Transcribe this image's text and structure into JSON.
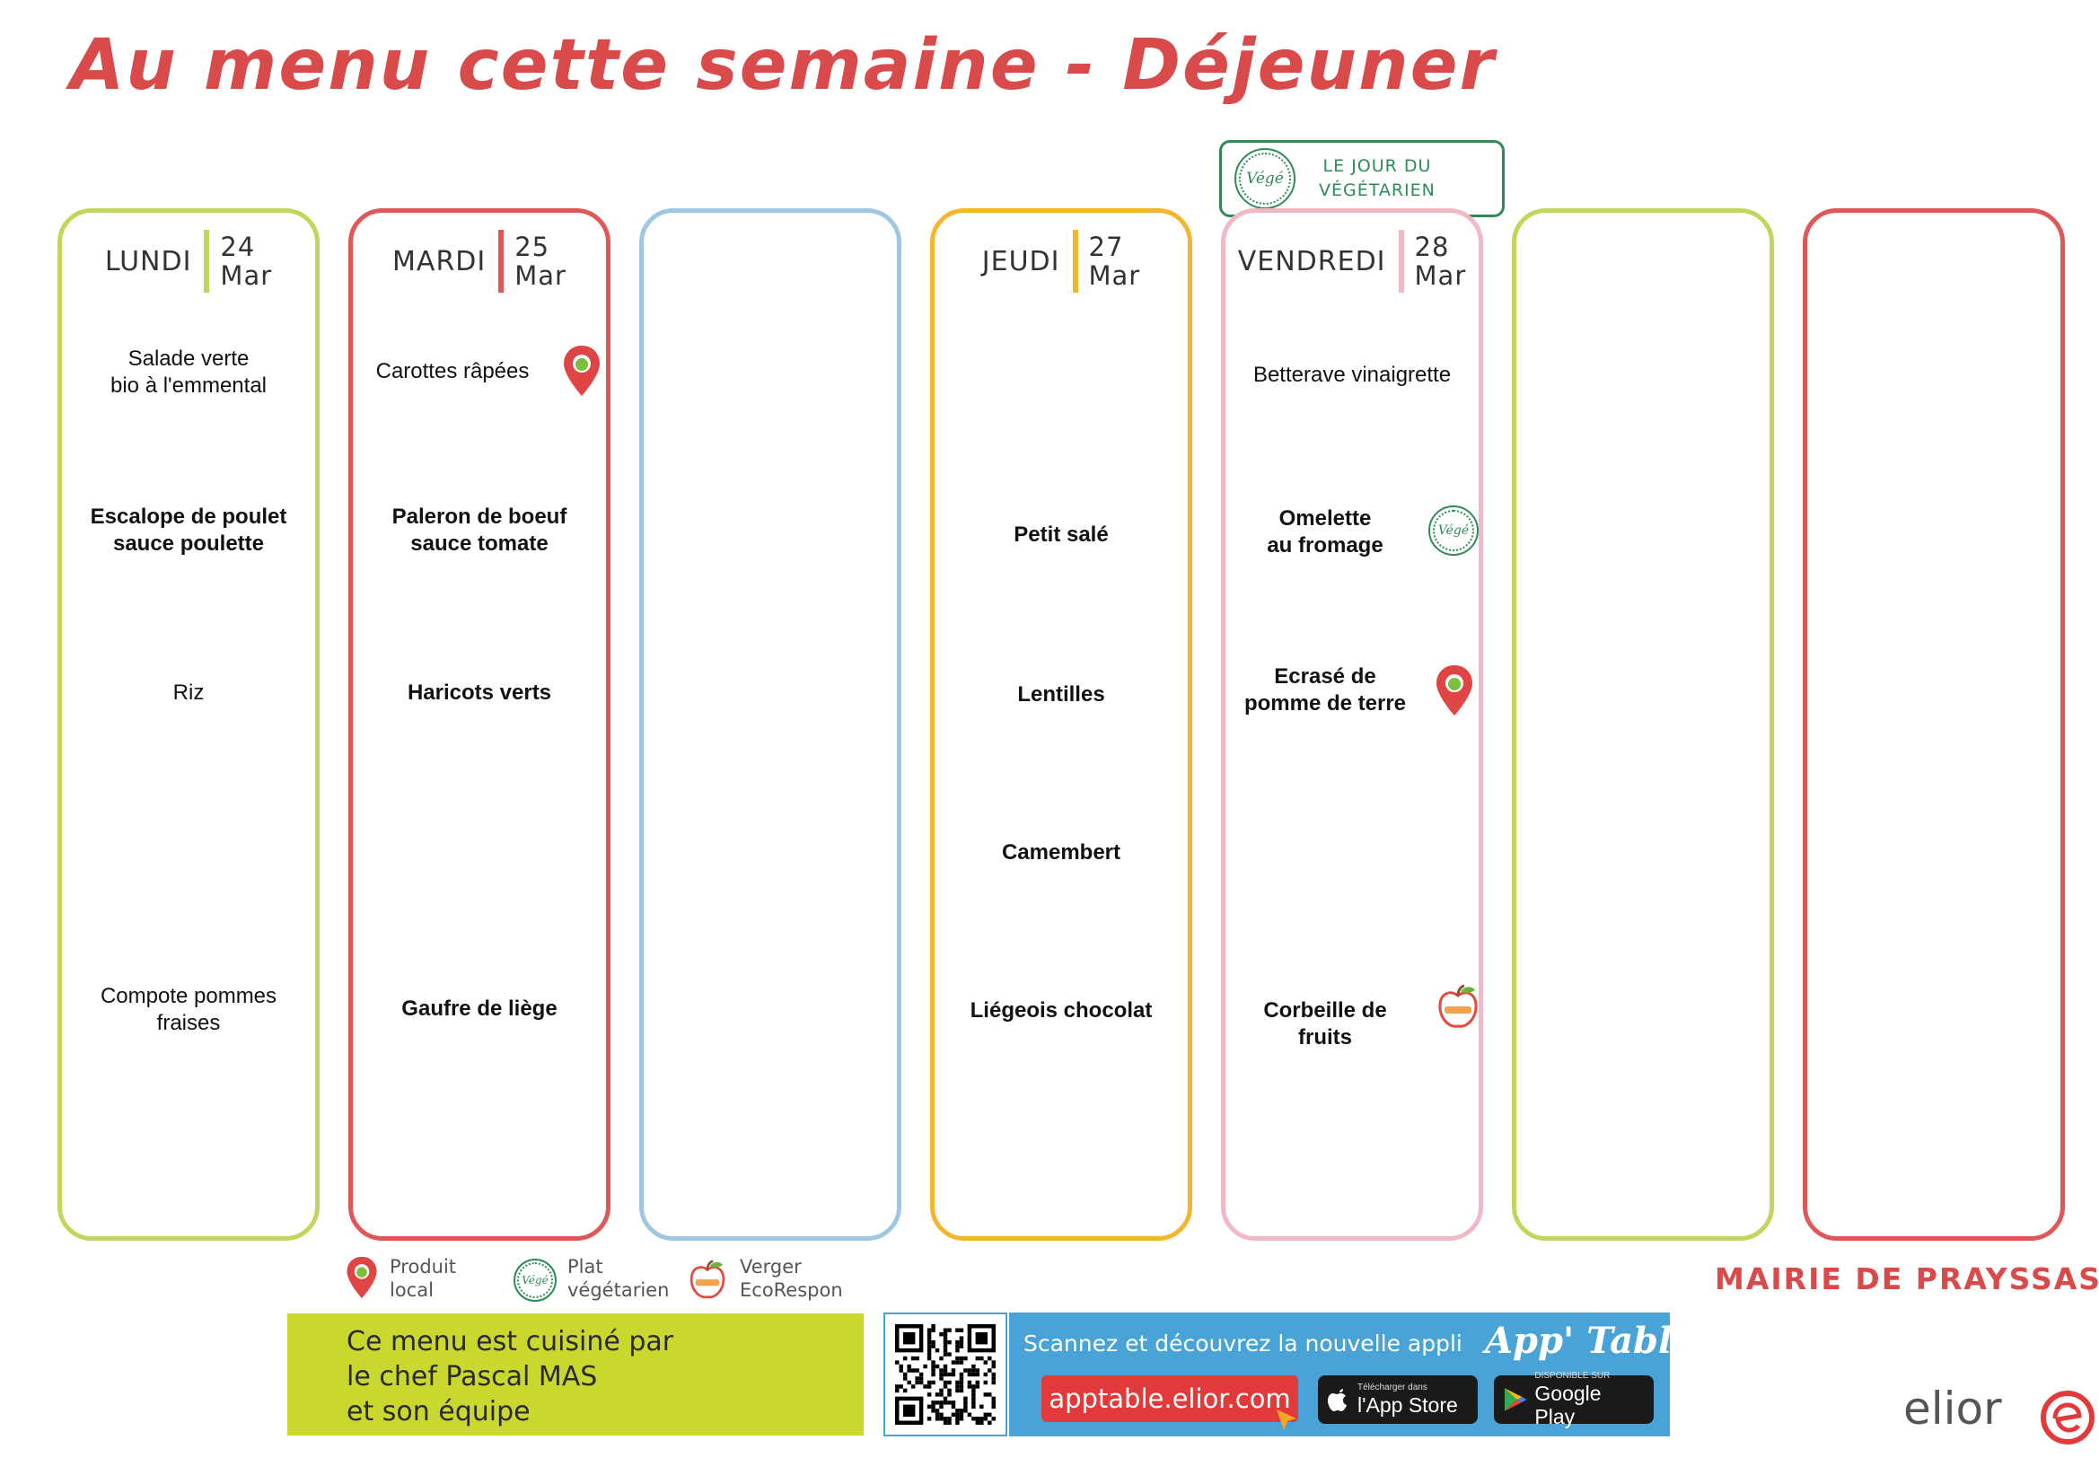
{
  "title": "Au menu cette semaine - Déjeuner",
  "colors": {
    "title_red": "#d94b4b",
    "lime": "#c3d65b",
    "red": "#df5757",
    "blue": "#9ec7e3",
    "orange": "#f5b52e",
    "pink": "#f1b8c5",
    "vege_green": "#2e8b57",
    "chef_box": "#c9d72e",
    "app_blue": "#4aa3d6"
  },
  "vege_day": {
    "badge": "Végé",
    "line1": "LE JOUR DU",
    "line2": "VÉGÉTARIEN"
  },
  "days": {
    "lundi": {
      "name": "LUNDI",
      "day": "24",
      "month": "Mar",
      "entree_1": "Salade verte",
      "entree_2": "bio à l'emmental",
      "main_1": "Escalope de poulet",
      "main_2": "sauce poulette",
      "side": "Riz",
      "dessert_1": "Compote pommes",
      "dessert_2": "fraises"
    },
    "mardi": {
      "name": "MARDI",
      "day": "25",
      "month": "Mar",
      "entree": "Carottes râpées",
      "main_1": "Paleron de boeuf",
      "main_2": "sauce tomate",
      "side": "Haricots verts",
      "dessert": "Gaufre de liège"
    },
    "jeudi": {
      "name": "JEUDI",
      "day": "27",
      "month": "Mar",
      "main": "Petit salé",
      "side": "Lentilles",
      "cheese": "Camembert",
      "dessert": "Liégeois chocolat"
    },
    "vendredi": {
      "name": "VENDREDI",
      "day": "28",
      "month": "Mar",
      "entree": "Betterave vinaigrette",
      "main_1": "Omelette",
      "main_2": "au fromage",
      "side_1": "Ecrasé de",
      "side_2": "pomme de terre",
      "dessert": "Corbeille de fruits"
    }
  },
  "icons": {
    "local": "map-pin-icon",
    "vege": "vege-badge-icon",
    "verger": "apple-icon"
  },
  "legend": {
    "local_1": "Produit",
    "local_2": "local",
    "vege_1": "Plat",
    "vege_2": "végétarien",
    "verger_1": "Verger",
    "verger_2": "EcoRespon"
  },
  "mairie": "MAIRIE DE PRAYSSAS",
  "chef": {
    "line1": "Ce menu est cuisiné par",
    "line2": "le chef Pascal MAS",
    "line3": "et son équipe"
  },
  "app": {
    "tagline": "Scannez et découvrez la nouvelle appli",
    "name": "App' Table",
    "url": "apptable.elior.com",
    "appstore_small": "Télécharger dans",
    "appstore_big": "l'App Store",
    "play_small": "DISPONIBLE SUR",
    "play_big": "Google Play"
  },
  "brand": "elior"
}
